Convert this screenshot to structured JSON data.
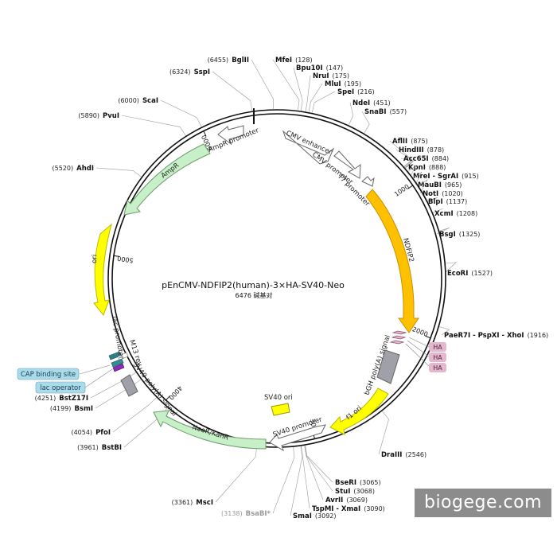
{
  "title": "pEnCMV-NDFIP2(human)-3×HA-SV40-Neo",
  "subtitle": "6476 碱基对",
  "total_bp": 6476,
  "watermark": "biogege.com",
  "colors": {
    "backbone": "#111111",
    "promoter_fill": "#ffffff",
    "resistance_fill": "#c8f0c8",
    "ori_fill": "#ffff00",
    "insert_fill": "#ffc000",
    "polya_fill": "#a0a0a8",
    "ha_fill": "#e3b8cc",
    "badge_fill": "#a9dbe8"
  },
  "ticks": [
    {
      "label": "1000",
      "pos": 1000
    },
    {
      "label": "2000",
      "pos": 2000
    },
    {
      "label": "3000",
      "pos": 3000
    },
    {
      "label": "4000",
      "pos": 4000
    },
    {
      "label": "5000",
      "pos": 5000
    },
    {
      "label": "6000",
      "pos": 6000
    }
  ],
  "sites": [
    {
      "name": "MfeI",
      "pos": "(128)",
      "bp": 128,
      "group": "top"
    },
    {
      "name": "Bpu10I",
      "pos": "(147)",
      "bp": 147,
      "group": "top"
    },
    {
      "name": "NruI",
      "pos": "(175)",
      "bp": 175,
      "group": "top"
    },
    {
      "name": "MluI",
      "pos": "(195)",
      "bp": 195,
      "group": "top"
    },
    {
      "name": "SpeI",
      "pos": "(216)",
      "bp": 216,
      "group": "top"
    },
    {
      "name": "NdeI",
      "pos": "(451)",
      "bp": 451,
      "group": "top"
    },
    {
      "name": "SnaBI",
      "pos": "(557)",
      "bp": 557,
      "group": "top"
    },
    {
      "name": "AflII",
      "pos": "(875)",
      "bp": 875,
      "group": "right"
    },
    {
      "name": "HindIII",
      "pos": "(878)",
      "bp": 878,
      "group": "right"
    },
    {
      "name": "Acc65I",
      "pos": "(884)",
      "bp": 884,
      "group": "right"
    },
    {
      "name": "KpnI",
      "pos": "(888)",
      "bp": 888,
      "group": "right"
    },
    {
      "name": "MreI - SgrAI",
      "pos": "(915)",
      "bp": 915,
      "group": "right"
    },
    {
      "name": "MauBI",
      "pos": "(965)",
      "bp": 965,
      "group": "right"
    },
    {
      "name": "NotI",
      "pos": "(1020)",
      "bp": 1020,
      "group": "right"
    },
    {
      "name": "BlpI",
      "pos": "(1137)",
      "bp": 1137,
      "group": "right"
    },
    {
      "name": "XcmI",
      "pos": "(1208)",
      "bp": 1208,
      "group": "right"
    },
    {
      "name": "BsgI",
      "pos": "(1325)",
      "bp": 1325,
      "group": "right"
    },
    {
      "name": "EcoRI",
      "pos": "(1527)",
      "bp": 1527,
      "group": "right"
    },
    {
      "name": "PaeR7I - PspXI - XhoI",
      "pos": "(1916)",
      "bp": 1916,
      "group": "right"
    },
    {
      "name": "DraIII",
      "pos": "(2546)",
      "bp": 2546,
      "group": "right"
    },
    {
      "name": "BseRI",
      "pos": "(3065)",
      "bp": 3065,
      "group": "bottom"
    },
    {
      "name": "StuI",
      "pos": "(3068)",
      "bp": 3068,
      "group": "bottom"
    },
    {
      "name": "AvrII",
      "pos": "(3069)",
      "bp": 3069,
      "group": "bottom"
    },
    {
      "name": "TspMI - XmaI",
      "pos": "(3090)",
      "bp": 3090,
      "group": "bottom"
    },
    {
      "name": "SmaI",
      "pos": "(3092)",
      "bp": 3092,
      "group": "bottom"
    },
    {
      "name": "BsaBI*",
      "pos": "(3138)",
      "bp": 3138,
      "group": "left",
      "dim": true
    },
    {
      "name": "MscI",
      "pos": "(3361)",
      "bp": 3361,
      "group": "left"
    },
    {
      "name": "BstBI",
      "pos": "(3961)",
      "bp": 3961,
      "group": "left"
    },
    {
      "name": "PfoI",
      "pos": "(4054)",
      "bp": 4054,
      "group": "left"
    },
    {
      "name": "BsmI",
      "pos": "(4199)",
      "bp": 4199,
      "group": "left"
    },
    {
      "name": "BstZ17I",
      "pos": "(4251)",
      "bp": 4251,
      "group": "left"
    },
    {
      "name": "AhdI",
      "pos": "(5520)",
      "bp": 5520,
      "group": "left"
    },
    {
      "name": "PvuI",
      "pos": "(5890)",
      "bp": 5890,
      "group": "left"
    },
    {
      "name": "ScaI",
      "pos": "(6000)",
      "bp": 6000,
      "group": "left"
    },
    {
      "name": "SspI",
      "pos": "(6324)",
      "bp": 6324,
      "group": "left"
    },
    {
      "name": "BglII",
      "pos": "(6455)",
      "bp": 6455,
      "group": "left"
    }
  ],
  "features": [
    {
      "label": "CMV enhancer",
      "kind": "promoter"
    },
    {
      "label": "CMV promoter",
      "kind": "promoter"
    },
    {
      "label": "T7 promoter",
      "kind": "promoter"
    },
    {
      "label": "NDFIP2",
      "kind": "insert"
    },
    {
      "label": "HA",
      "kind": "tag"
    },
    {
      "label": "HA",
      "kind": "tag"
    },
    {
      "label": "HA",
      "kind": "tag"
    },
    {
      "label": "bGH poly(A) signal",
      "kind": "polya"
    },
    {
      "label": "f1 ori",
      "kind": "ori"
    },
    {
      "label": "SV40 promoter",
      "kind": "promoter"
    },
    {
      "label": "SV40 ori",
      "kind": "ori"
    },
    {
      "label": "NeoR/KanR",
      "kind": "resistance"
    },
    {
      "label": "SV40 poly(A) signal",
      "kind": "polya"
    },
    {
      "label": "M13 rev",
      "kind": "primer"
    },
    {
      "label": "lac promoter",
      "kind": "promoter"
    },
    {
      "label": "CAP binding site",
      "kind": "badge"
    },
    {
      "label": "lac operator",
      "kind": "badge"
    },
    {
      "label": "ori",
      "kind": "ori"
    },
    {
      "label": "AmpR",
      "kind": "resistance"
    },
    {
      "label": "AmpR promoter",
      "kind": "promoter"
    }
  ]
}
